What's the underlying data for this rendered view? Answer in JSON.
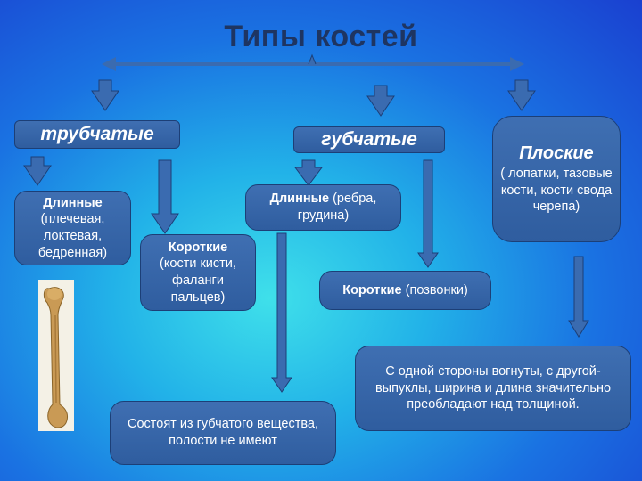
{
  "title": "Типы костей",
  "tubular": {
    "label": "трубчатые",
    "long": {
      "head": "Длинные",
      "text": "(плечевая, локтевая, бедренная)"
    },
    "short": {
      "head": "Короткие",
      "text": "(кости кисти, фаланги пальцев)"
    }
  },
  "spongy": {
    "label": "губчатые",
    "long": {
      "head": "Длинные",
      "text": " (ребра, грудина)"
    },
    "short": {
      "head": "Короткие",
      "text": " (позвонки)"
    },
    "note": "Состоят из губчатого вещества, полости не имеют"
  },
  "flat": {
    "label": "Плоские",
    "text": "( лопатки, тазовые кости, кости свода черепа)",
    "note": "С одной стороны вогнуты, с другой- выпуклы, ширина и длина значительно преобладают над толщиной."
  },
  "colors": {
    "box": "#2f5d9f",
    "arrow": "#3a6bb0",
    "title": "#1e3562"
  },
  "image": "humerus-bone"
}
